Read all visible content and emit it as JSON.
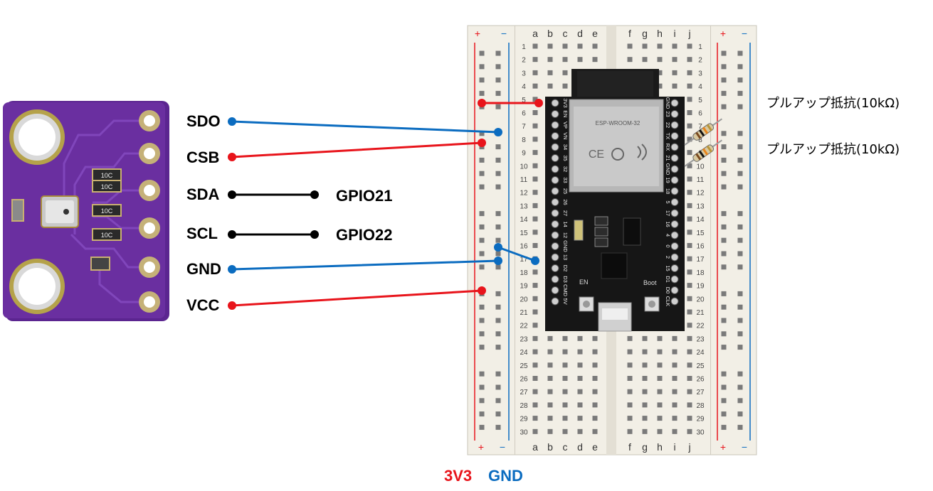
{
  "sensor": {
    "pins": [
      "SDO",
      "CSB",
      "SDA",
      "SCL",
      "GND",
      "VCC"
    ],
    "chip_marking": "10C"
  },
  "gpio_labels": {
    "sda": "GPIO21",
    "scl": "GPIO22"
  },
  "breadboard": {
    "columns_left": [
      "a",
      "b",
      "c",
      "d",
      "e"
    ],
    "columns_right": [
      "f",
      "g",
      "h",
      "i",
      "j"
    ],
    "rows": 30,
    "rail_plus": "+",
    "rail_minus": "−"
  },
  "esp32": {
    "module_text": "ESP-WROOM-32",
    "left_pins": [
      "3V3",
      "EN",
      "VP",
      "VN",
      "34",
      "35",
      "32",
      "33",
      "25",
      "26",
      "27",
      "14",
      "12",
      "GND",
      "13",
      "D2",
      "D3",
      "CMD",
      "5V"
    ],
    "right_pins": [
      "GND",
      "23",
      "22",
      "TX",
      "RX",
      "21",
      "GND",
      "19",
      "18",
      "5",
      "17",
      "16",
      "4",
      "0",
      "2",
      "15",
      "D1",
      "D0",
      "CLK"
    ],
    "en_button": "EN",
    "boot_button": "Boot"
  },
  "resistors": [
    {
      "label": "プルアップ抵抗(10kΩ)"
    },
    {
      "label": "プルアップ抵抗(10kΩ)"
    }
  ],
  "legend": {
    "power": "3V3",
    "ground": "GND"
  },
  "colors": {
    "power_wire": "#e8141b",
    "ground_wire": "#0b6cc0",
    "signal_wire": "#000000",
    "pcb": "#6a2fa0",
    "board_black": "#161616"
  }
}
